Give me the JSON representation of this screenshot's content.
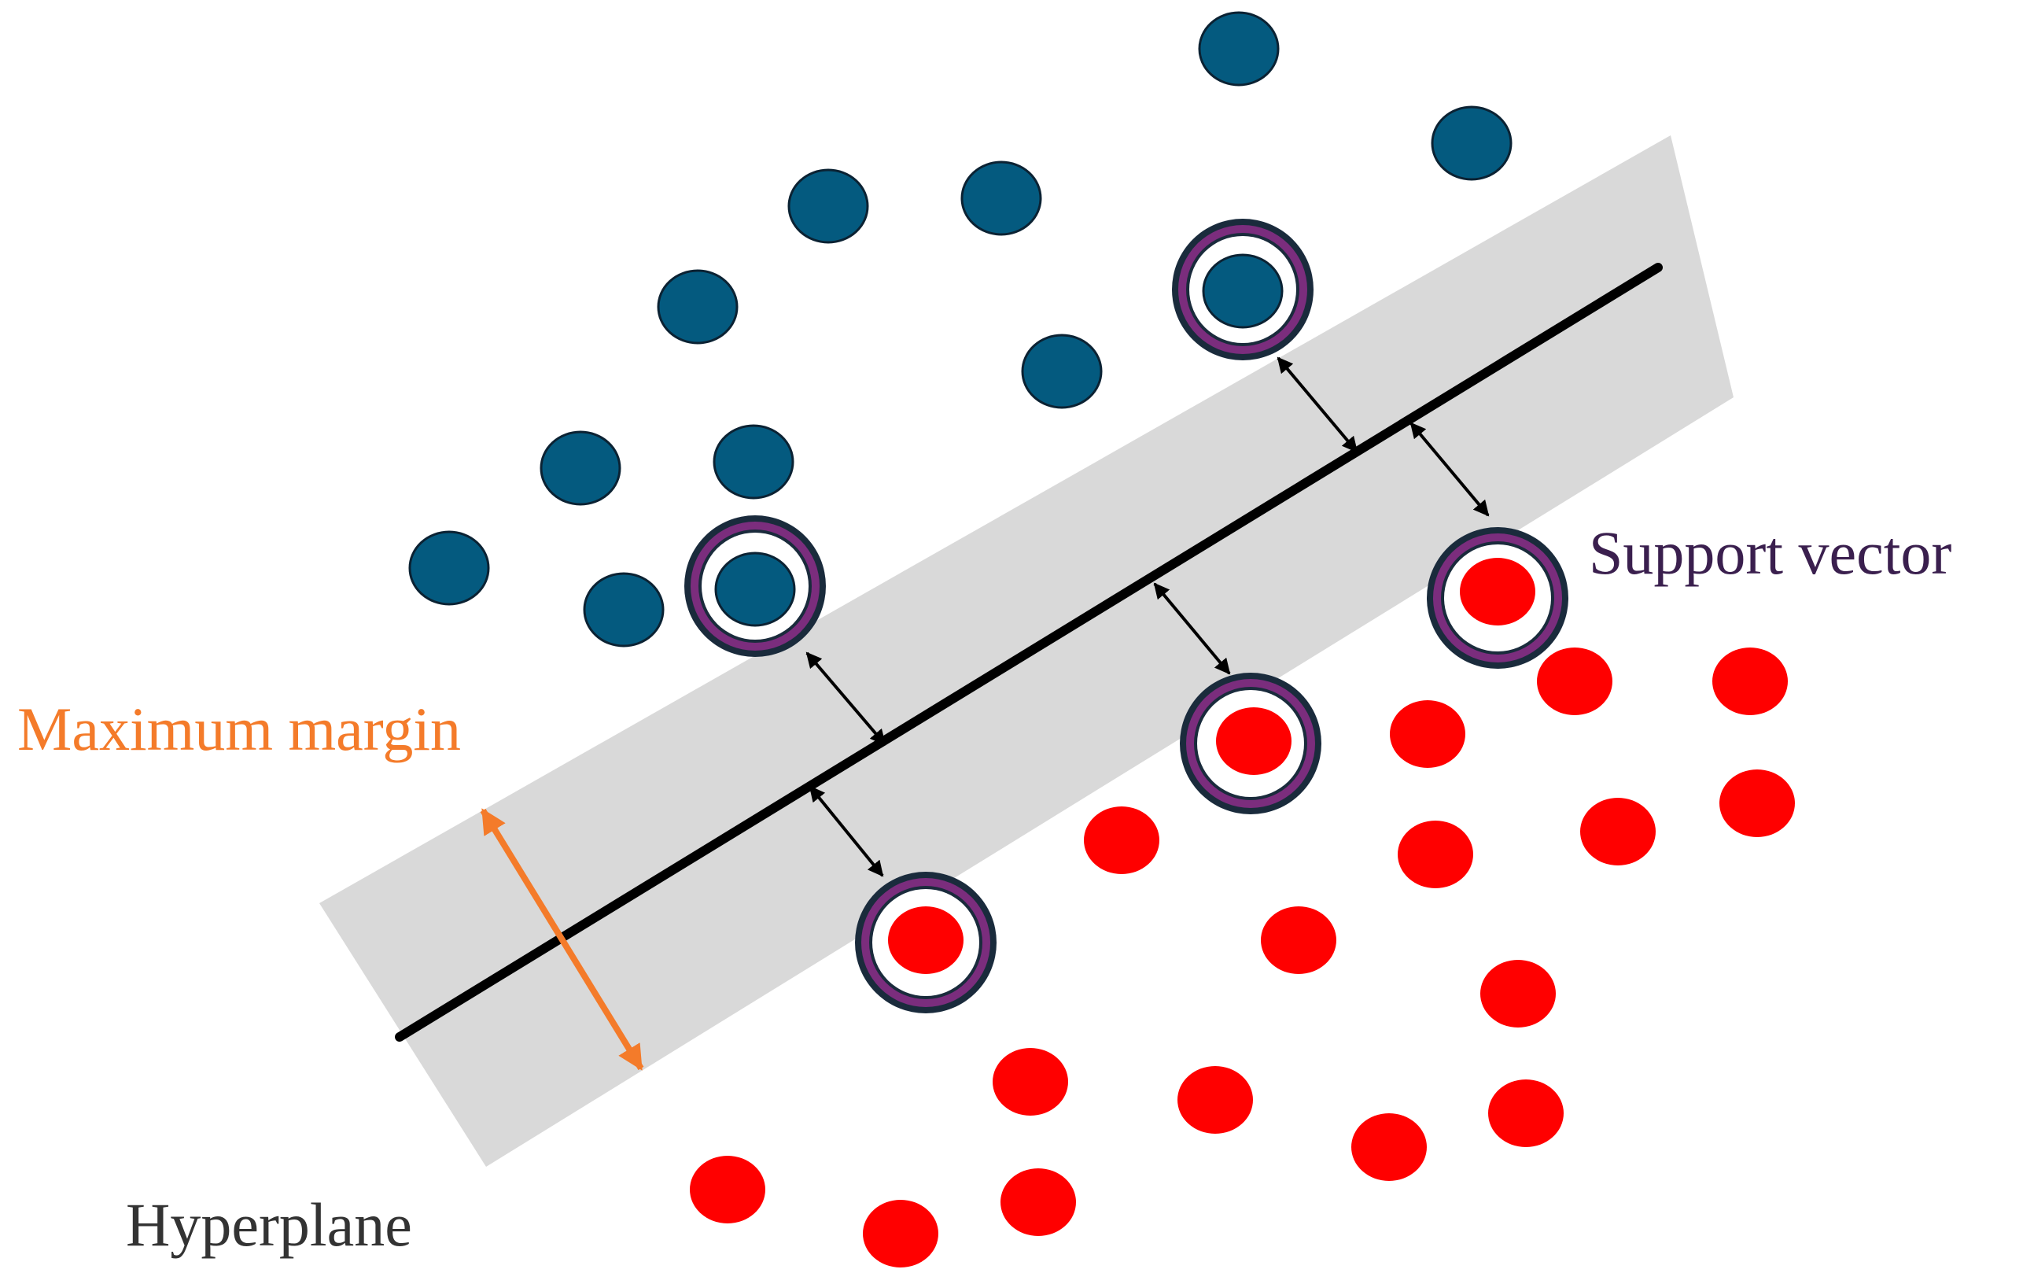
{
  "labels": {
    "support_vector": "Support vector",
    "maximum_margin": "Maximum margin",
    "hyperplane": "Hyperplane"
  },
  "colors": {
    "class_a": "#045a7f",
    "class_b": "#ff0000",
    "margin_band": "#d9d9d9",
    "hyperplane": "#000000",
    "support_ring_outer": "#1a2b3c",
    "support_ring_inner": "#7b2d7d",
    "margin_arrow": "#f47b2a",
    "distance_arrow": "#000000",
    "support_label": "#3a1f4e",
    "margin_label": "#f47b2a",
    "hyperplane_label": "#333333"
  },
  "icons": {
    "class_a_point": "filled-circle",
    "class_b_point": "filled-circle",
    "support_vector": "double-ring"
  }
}
